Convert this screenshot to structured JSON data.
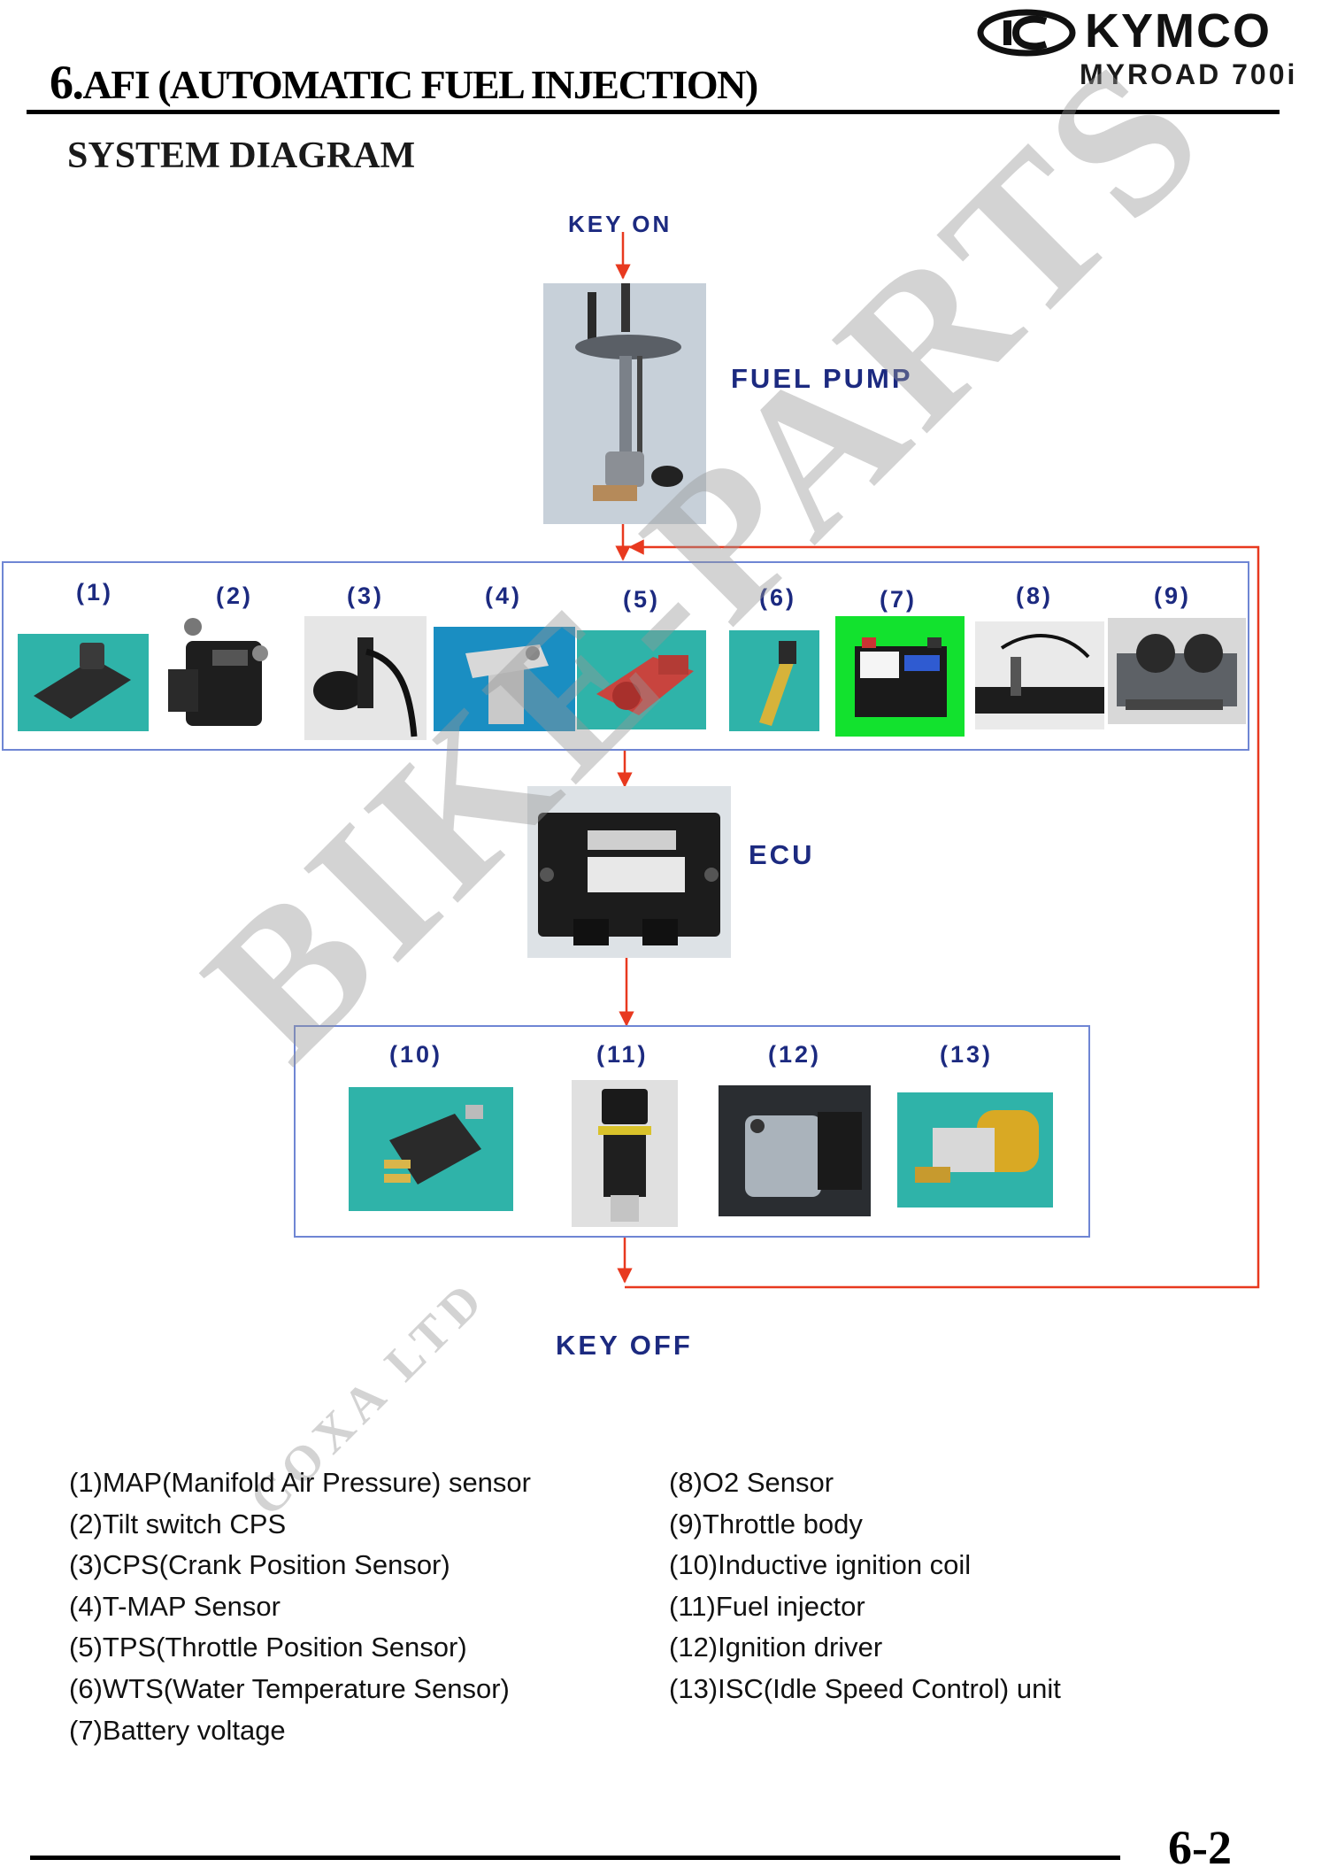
{
  "header": {
    "chapter_number": "6.",
    "chapter_title": "AFI (AUTOMATIC FUEL INJECTION)",
    "brand": "KYMCO",
    "model": "MYROAD 700i"
  },
  "section_title": "SYSTEM DIAGRAM",
  "diagram": {
    "key_on": "KEY ON",
    "fuel_pump": "FUEL PUMP",
    "ecu": "ECU",
    "key_off": "KEY OFF",
    "input_labels": [
      "(1)",
      "(2)",
      "(3)",
      "(4)",
      "(5)",
      "(6)",
      "(7)",
      "(8)",
      "(9)"
    ],
    "output_labels": [
      "(10)",
      "(11)",
      "(12)",
      "(13)"
    ]
  },
  "legend": {
    "left": [
      "(1)MAP(Manifold Air Pressure) sensor",
      "(2)Tilt switch CPS",
      "(3)CPS(Crank Position Sensor)",
      "(4)T-MAP Sensor",
      "(5)TPS(Throttle Position Sensor)",
      "(6)WTS(Water Temperature Sensor)",
      "(7)Battery voltage"
    ],
    "right": [
      "(8)O2 Sensor",
      "(9)Throttle body",
      "(10)Inductive ignition coil",
      "(11)Fuel injector",
      "(12)Ignition driver",
      "(13)ISC(Idle Speed Control) unit"
    ]
  },
  "watermark": {
    "main": "BIKE-PARTS",
    "sub": "COXA LTD"
  },
  "page_number": "6-2",
  "colors": {
    "label_blue": "#1c2a80",
    "arrow_red": "#e8391f",
    "box_border": "#6f86d4"
  }
}
